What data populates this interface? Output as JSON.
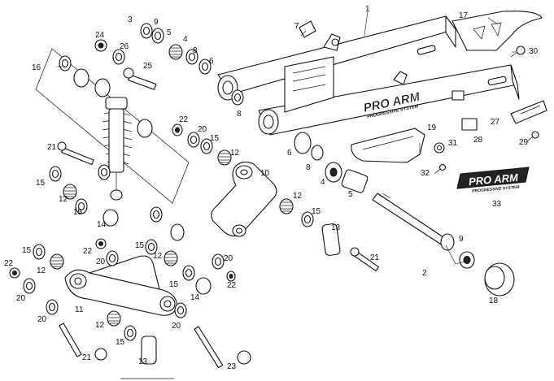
{
  "labels": [
    "1",
    "2",
    "3",
    "4",
    "5",
    "6",
    "7",
    "8",
    "9",
    "10",
    "11",
    "12",
    "13",
    "14",
    "15",
    "16",
    "17",
    "18",
    "19",
    "20",
    "21",
    "22",
    "23",
    "24",
    "25",
    "26",
    "27",
    "28",
    "29",
    "30",
    "31",
    "32",
    "33"
  ],
  "decal": {
    "logo_text": "PRO ARM",
    "logo_sub": "PROGRESSIVE SYSTEM"
  }
}
